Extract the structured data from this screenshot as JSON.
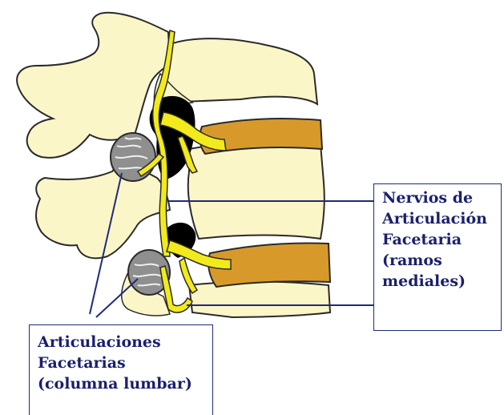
{
  "labels": {
    "nerves": {
      "lines": [
        "Nervios de",
        "Articulación",
        "Facetaria",
        "(ramos",
        "mediales)"
      ]
    },
    "joints": {
      "lines": [
        "Articulaciones",
        "Facetarias",
        "(columna lumbar)"
      ]
    }
  },
  "colors": {
    "bone": "#fbf6c8",
    "bone_outline": "#2a2a2a",
    "disc": "#d79a2a",
    "nerve": "#f2ea1c",
    "foramen": "#000000",
    "pointer_lines": "#1f2a7a",
    "label_text": "#1a1f6e"
  }
}
